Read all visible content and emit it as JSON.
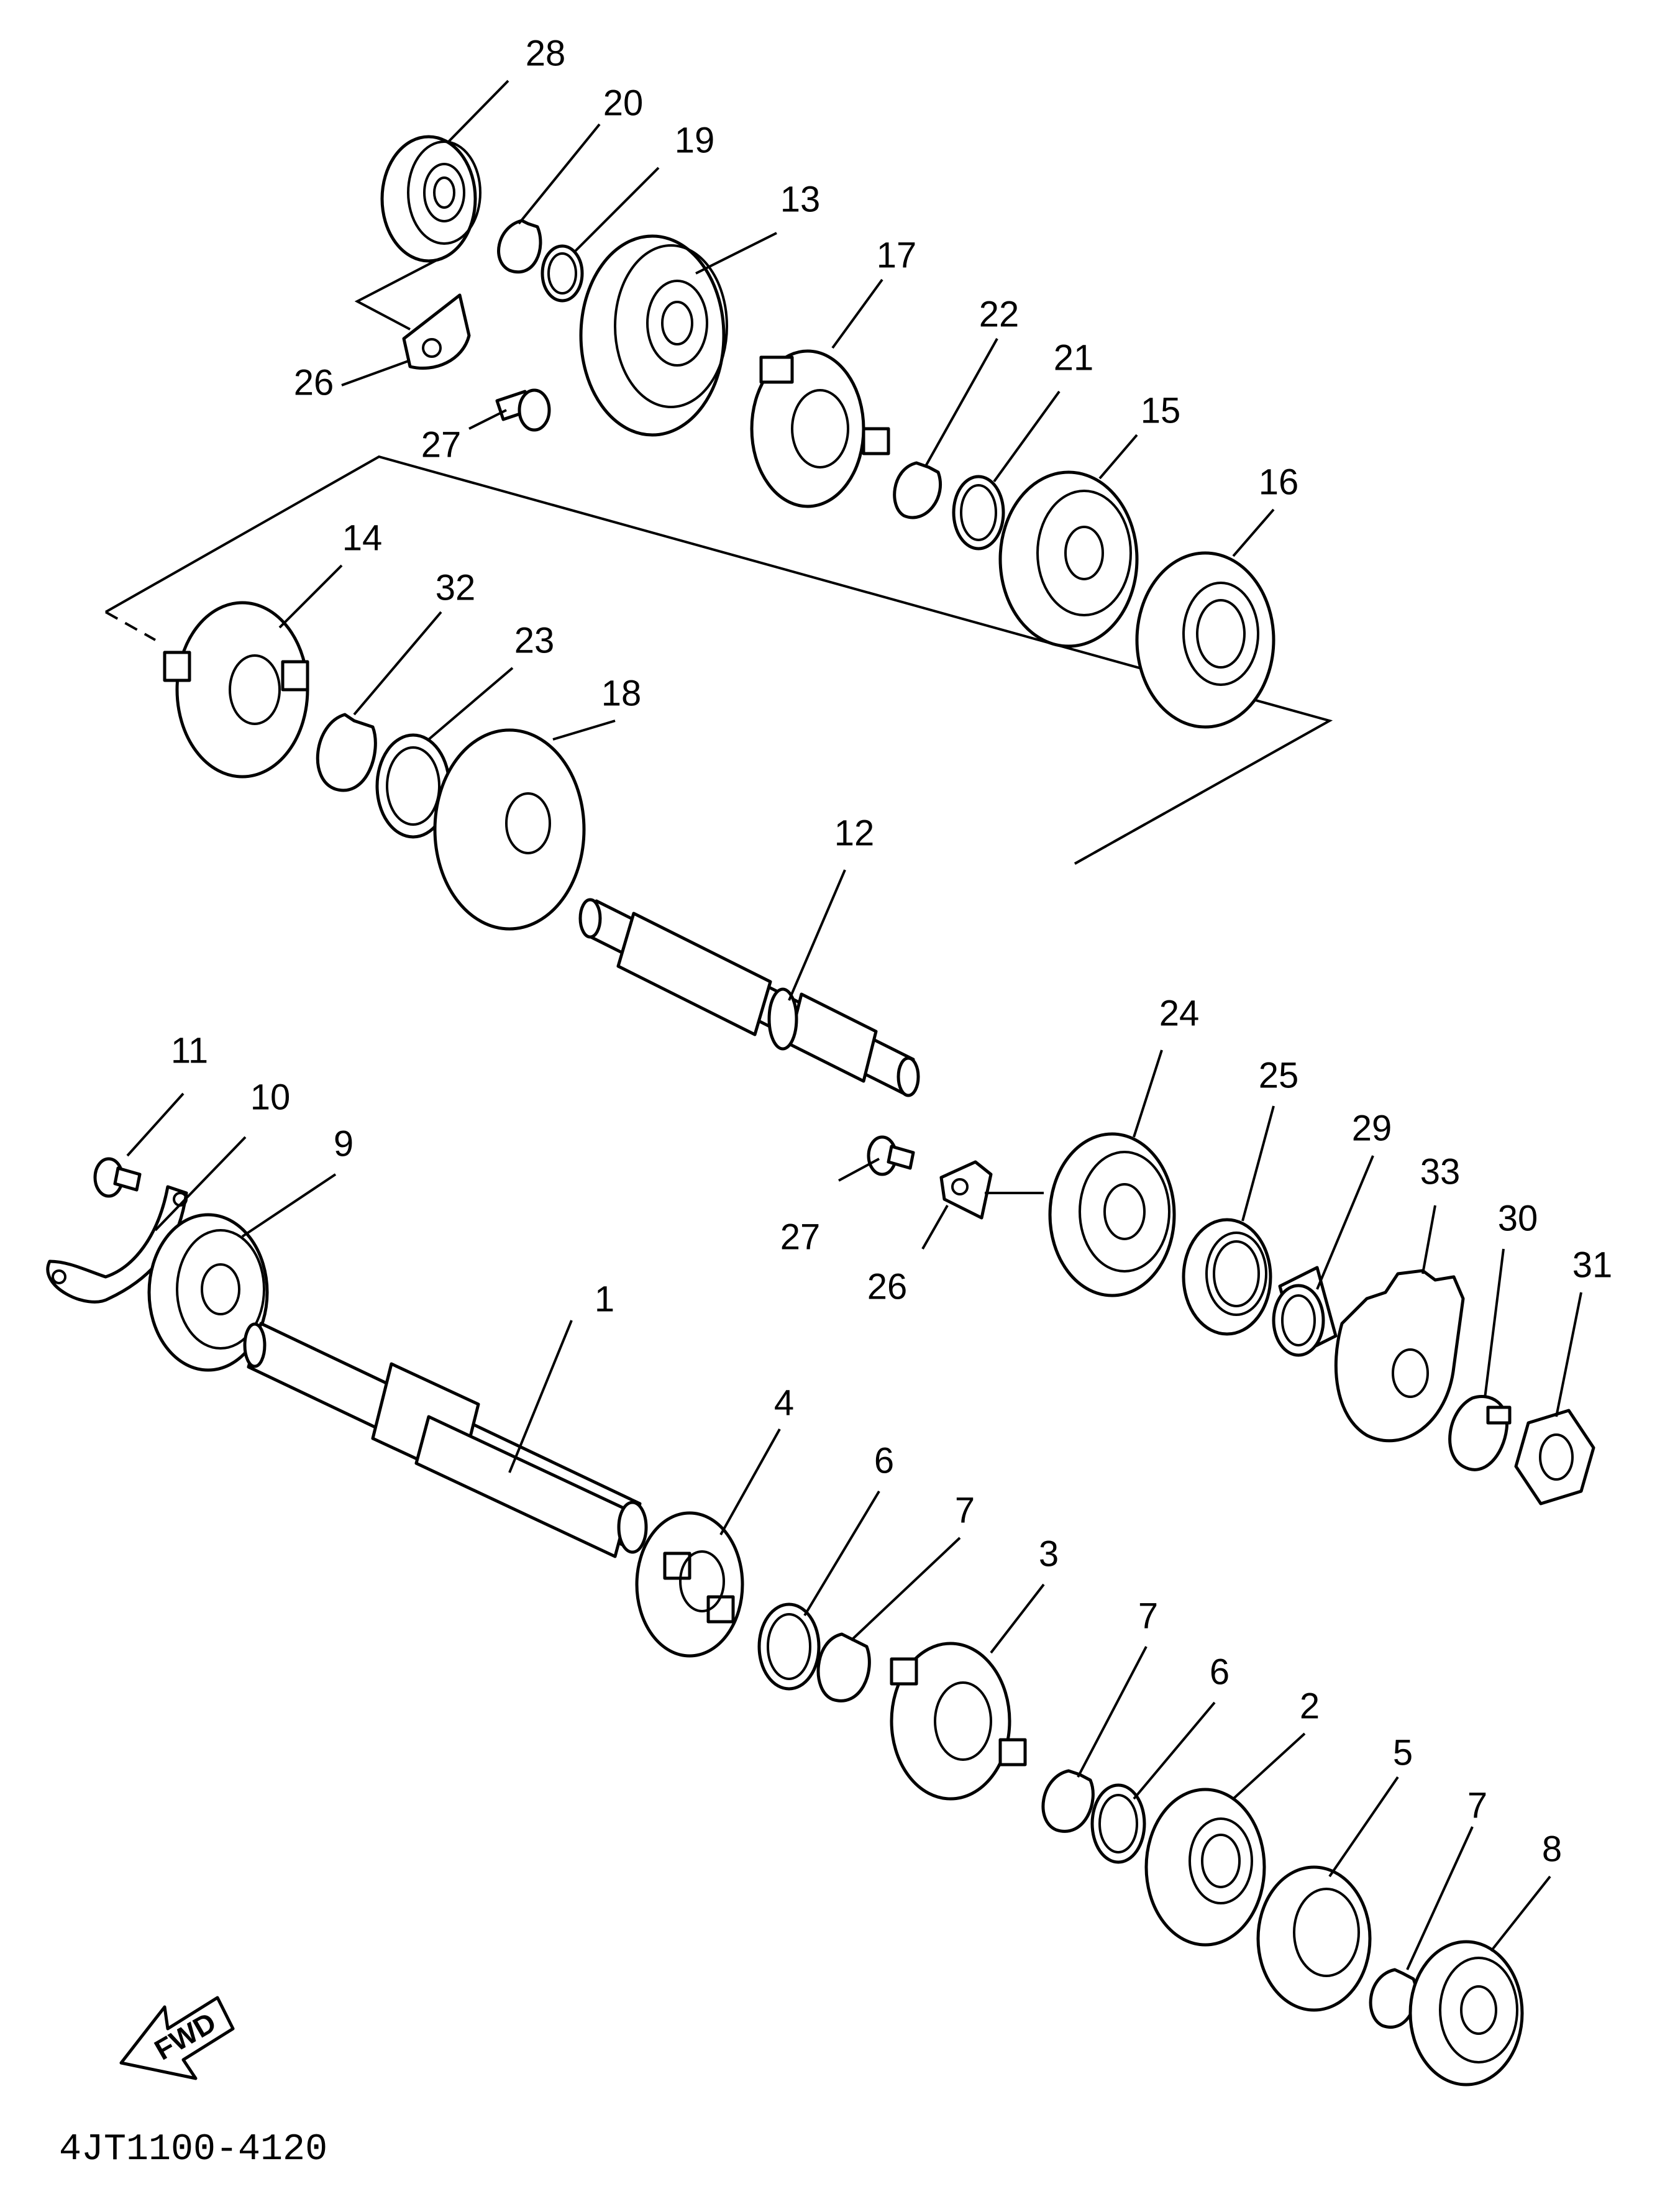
{
  "diagram": {
    "code": "4JT1100-4120",
    "direction_label": "FWD",
    "callouts": [
      {
        "id": "c28",
        "label": "28"
      },
      {
        "id": "c20",
        "label": "20"
      },
      {
        "id": "c19",
        "label": "19"
      },
      {
        "id": "c13",
        "label": "13"
      },
      {
        "id": "c17",
        "label": "17"
      },
      {
        "id": "c22",
        "label": "22"
      },
      {
        "id": "c21",
        "label": "21"
      },
      {
        "id": "c15",
        "label": "15"
      },
      {
        "id": "c16",
        "label": "16"
      },
      {
        "id": "c26a",
        "label": "26"
      },
      {
        "id": "c27a",
        "label": "27"
      },
      {
        "id": "c14",
        "label": "14"
      },
      {
        "id": "c32",
        "label": "32"
      },
      {
        "id": "c23",
        "label": "23"
      },
      {
        "id": "c18",
        "label": "18"
      },
      {
        "id": "c12",
        "label": "12"
      },
      {
        "id": "c11",
        "label": "11"
      },
      {
        "id": "c10",
        "label": "10"
      },
      {
        "id": "c9",
        "label": "9"
      },
      {
        "id": "c24",
        "label": "24"
      },
      {
        "id": "c25",
        "label": "25"
      },
      {
        "id": "c29",
        "label": "29"
      },
      {
        "id": "c33",
        "label": "33"
      },
      {
        "id": "c30",
        "label": "30"
      },
      {
        "id": "c31",
        "label": "31"
      },
      {
        "id": "c27b",
        "label": "27"
      },
      {
        "id": "c26b",
        "label": "26"
      },
      {
        "id": "c1",
        "label": "1"
      },
      {
        "id": "c4",
        "label": "4"
      },
      {
        "id": "c6a",
        "label": "6"
      },
      {
        "id": "c7a",
        "label": "7"
      },
      {
        "id": "c3",
        "label": "3"
      },
      {
        "id": "c7b",
        "label": "7"
      },
      {
        "id": "c6b",
        "label": "6"
      },
      {
        "id": "c2",
        "label": "2"
      },
      {
        "id": "c5",
        "label": "5"
      },
      {
        "id": "c7c",
        "label": "7"
      },
      {
        "id": "c8",
        "label": "8"
      }
    ]
  }
}
